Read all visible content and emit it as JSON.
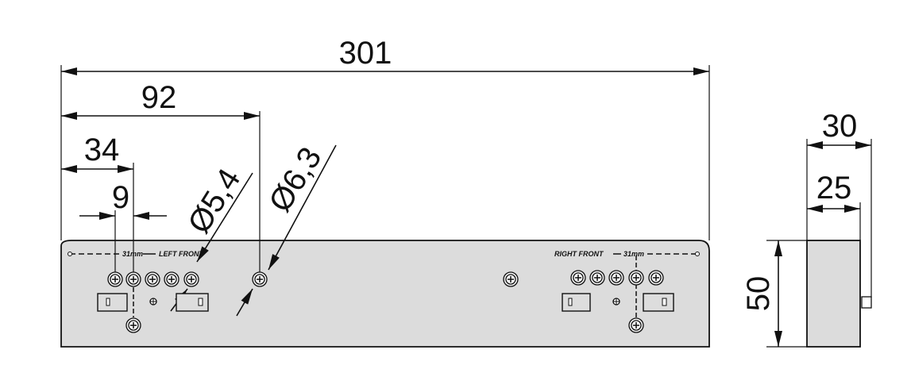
{
  "dimensions": {
    "overall_length": "301",
    "hole_offset_92": "92",
    "hole_offset_34": "34",
    "hole_spacing_9": "9",
    "diameter_small": "Ø5,4",
    "diameter_large": "Ø6,3",
    "side_depth_30": "30",
    "side_depth_25": "25",
    "height_50": "50"
  },
  "plate_labels": {
    "left_spacing": "31mm",
    "left_front": "LEFT FRONT",
    "right_front": "RIGHT FRONT",
    "right_spacing": "31mm"
  },
  "colors": {
    "plate_fill": "#dcdcdc",
    "line": "#111111"
  }
}
